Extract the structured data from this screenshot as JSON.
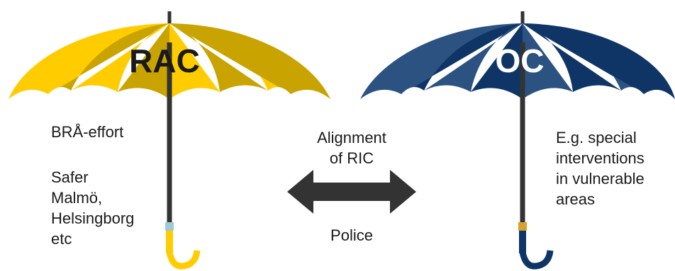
{
  "umbrellas": {
    "left": {
      "label": "RAC",
      "colors": {
        "light": "#FFCC00",
        "dark": "#C9A300",
        "handle_accent": "#9FC9DB"
      }
    },
    "right": {
      "label": "OC",
      "colors": {
        "light": "#2C5282",
        "dark": "#0F3567",
        "handle_accent": "#D9A030"
      }
    }
  },
  "left_text": {
    "line1": "BRÅ-effort",
    "block2": [
      "Safer",
      "Malmö,",
      "Helsingborg",
      "etc"
    ]
  },
  "right_text": {
    "lines": [
      "E.g. special",
      "interventions",
      "in vulnerable",
      "areas"
    ]
  },
  "center": {
    "top_lines": [
      "Alignment",
      "of RIC"
    ],
    "bottom": "Police",
    "arrow_color": "#333333"
  }
}
